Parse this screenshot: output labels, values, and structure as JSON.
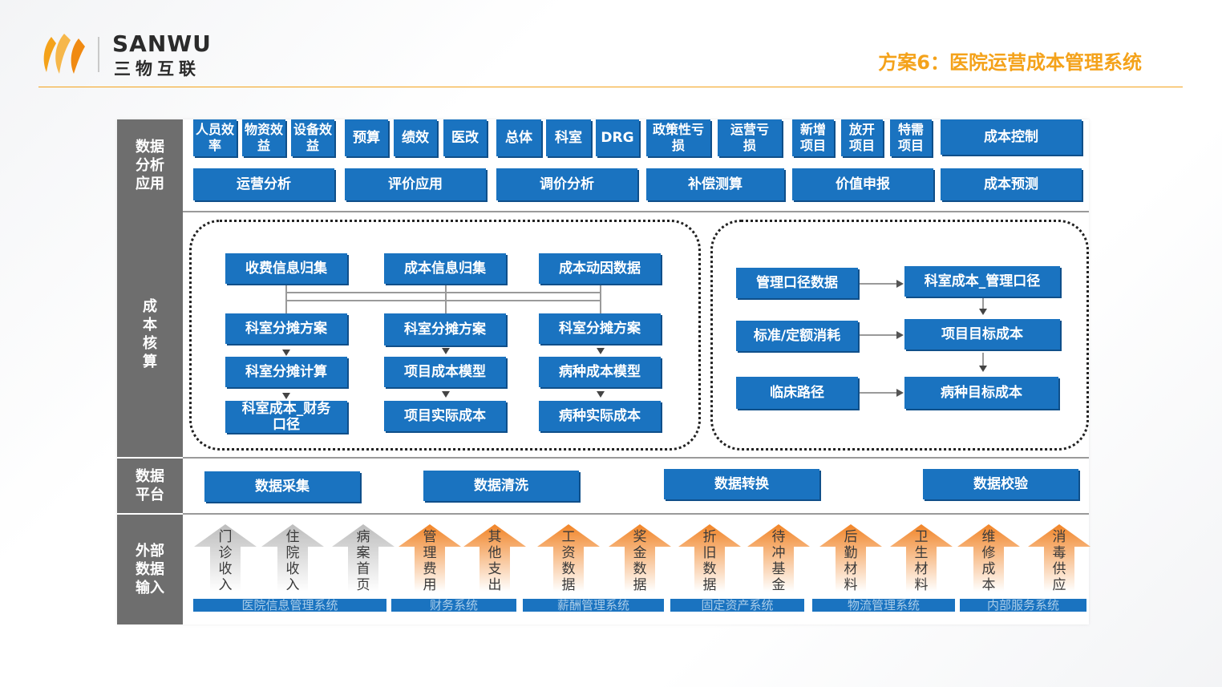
{
  "header": {
    "brand_en": "SANWU",
    "brand_cn": "三物互联",
    "title": "方案6：医院运营成本管理系统"
  },
  "colors": {
    "accent": "#f4a21a",
    "box_blue": "#1a73c0",
    "side_gray": "#6e6e6e",
    "arrow_orange": "#f07d1b",
    "arrow_gray": "#b9b9b9"
  },
  "sections": {
    "analysis": "数据分析应用",
    "costing": "成本核算",
    "platform": "数据平台",
    "external": "外部数据输入"
  },
  "analysis_top": [
    "人员效率",
    "物资效益",
    "设备效益",
    "预算",
    "绩效",
    "医改",
    "总体",
    "科室",
    "DRG",
    "政策性亏损",
    "运营亏损",
    "新增项目",
    "放开项目",
    "特需项目",
    "成本控制"
  ],
  "analysis_bottom": [
    "运营分析",
    "评价应用",
    "调价分析",
    "补偿测算",
    "价值申报",
    "成本预测"
  ],
  "costing_left": {
    "col1": [
      "收费信息归集",
      "科室分摊方案",
      "科室分摊计算",
      "科室成本_财务口径"
    ],
    "col2": [
      "成本信息归集",
      "科室分摊方案",
      "项目成本模型",
      "项目实际成本"
    ],
    "col3": [
      "成本动因数据",
      "科室分摊方案",
      "病种成本模型",
      "病种实际成本"
    ]
  },
  "costing_right": {
    "inputs": [
      "管理口径数据",
      "标准/定额消耗",
      "临床路径"
    ],
    "outputs": [
      "科室成本_管理口径",
      "项目目标成本",
      "病种目标成本"
    ]
  },
  "platform": [
    "数据采集",
    "数据清洗",
    "数据转换",
    "数据校验"
  ],
  "inputs": [
    {
      "label": "门诊收入",
      "color": "gray"
    },
    {
      "label": "住院收入",
      "color": "gray"
    },
    {
      "label": "病案首页",
      "color": "gray"
    },
    {
      "label": "管理费用",
      "color": "orange"
    },
    {
      "label": "其他支出",
      "color": "orange"
    },
    {
      "label": "工资数据",
      "color": "orange"
    },
    {
      "label": "奖金数据",
      "color": "orange"
    },
    {
      "label": "折旧数据",
      "color": "orange"
    },
    {
      "label": "待冲基金",
      "color": "orange"
    },
    {
      "label": "后勤材料",
      "color": "orange"
    },
    {
      "label": "卫生材料",
      "color": "orange"
    },
    {
      "label": "维修成本",
      "color": "orange"
    },
    {
      "label": "消毒供应",
      "color": "orange"
    }
  ],
  "systems": [
    "医院信息管理系统",
    "财务系统",
    "薪酬管理系统",
    "固定资产系统",
    "物流管理系统",
    "内部服务系统"
  ]
}
